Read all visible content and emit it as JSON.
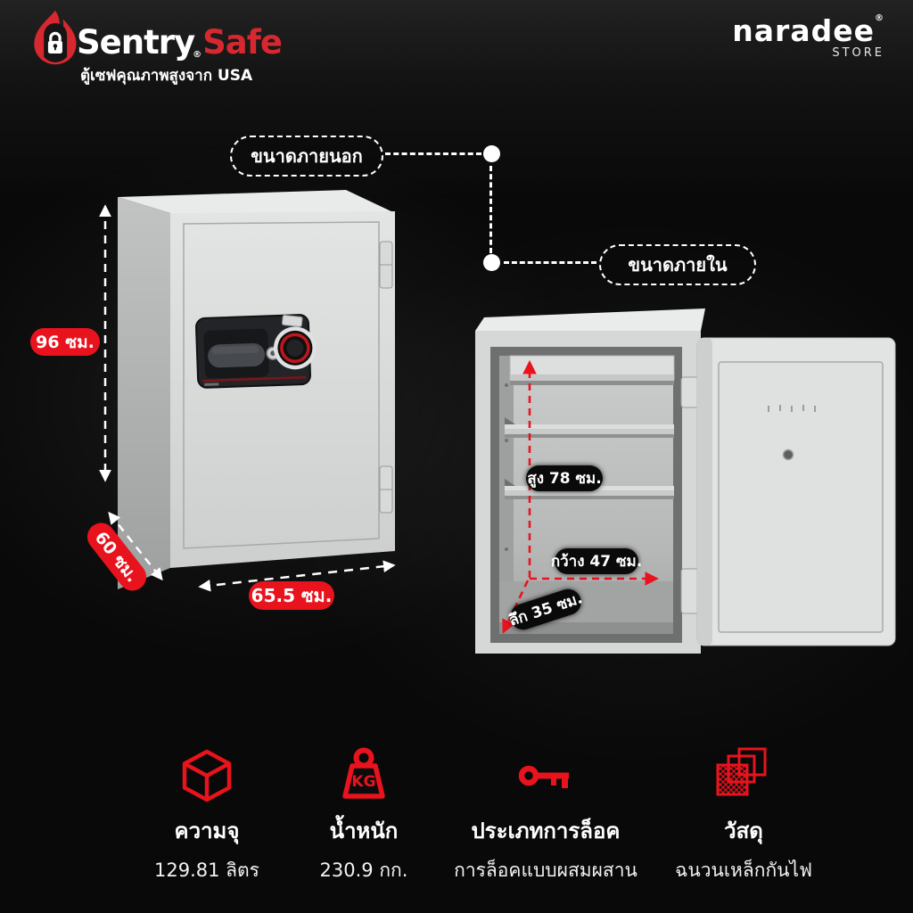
{
  "brand": {
    "name_primary": "Sentry",
    "name_secondary": "Safe",
    "registered": "®",
    "tagline": "ตู้เซฟคุณภาพสูงจาก USA"
  },
  "store": {
    "name": "naradee",
    "registered": "®",
    "sub": "STORE"
  },
  "callouts": {
    "external": "ขนาดภายนอก",
    "internal": "ขนาดภายใน"
  },
  "external_dimensions": {
    "height": "96 ซม.",
    "depth": "60 ซม.",
    "width": "65.5 ซม."
  },
  "internal_dimensions": {
    "height": "สูง 78 ซม.",
    "width": "กว้าง 47 ซม.",
    "depth": "ลึก 35 ซม."
  },
  "features": [
    {
      "icon": "cube-icon",
      "title": "ความจุ",
      "value": "129.81 ลิตร"
    },
    {
      "icon": "weight-kg-icon",
      "icon_label": "KG",
      "title": "น้ำหนัก",
      "value": "230.9 กก."
    },
    {
      "icon": "key-icon",
      "title": "ประเภทการล็อค",
      "value": "การล็อคแบบผสมผสาน"
    },
    {
      "icon": "layers-icon",
      "title": "วัสดุ",
      "value": "ฉนวนเหล็กกันไฟ"
    }
  ],
  "colors": {
    "accent_red": "#e8131d",
    "brand_red": "#d7282f",
    "background": "#0a0a0a",
    "pill_black": "#0a0a0a",
    "safe_body_gray": "#dcdedd",
    "text_white": "#ffffff"
  }
}
